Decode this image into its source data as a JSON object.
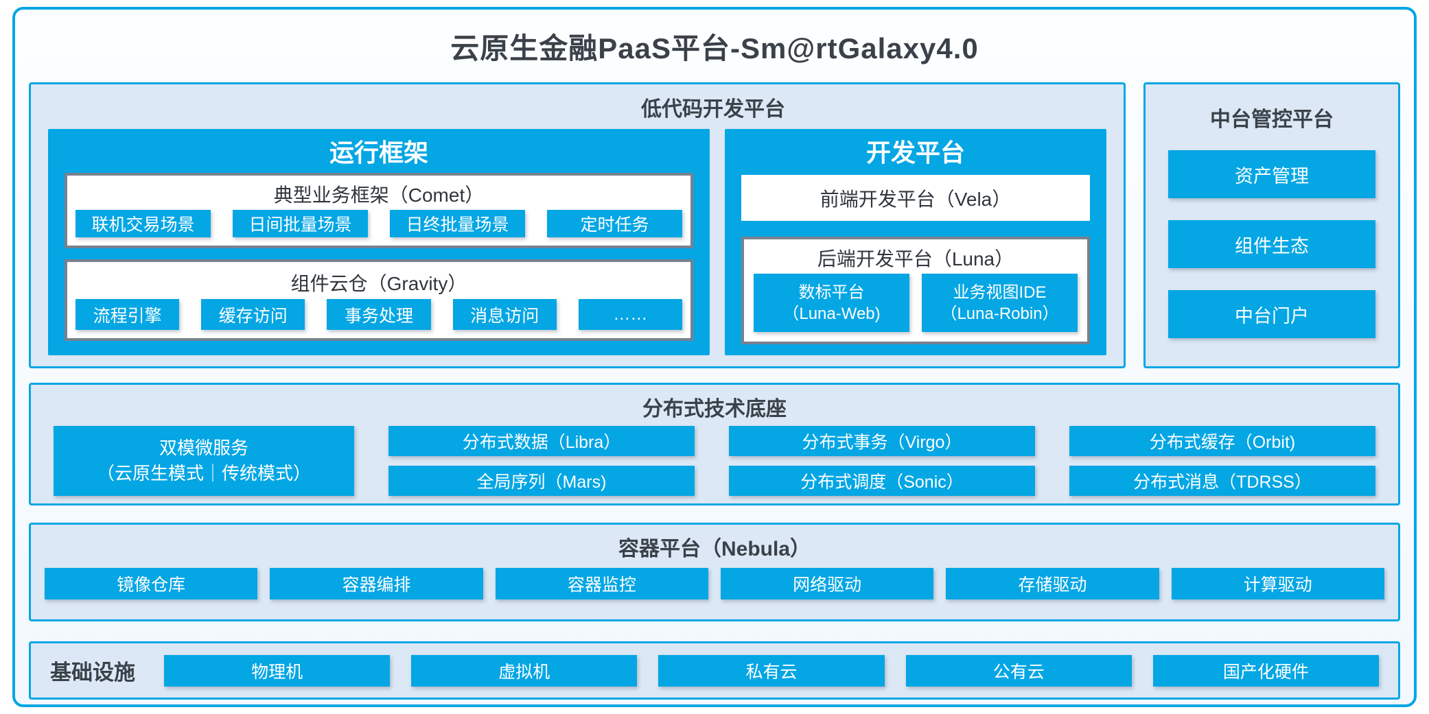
{
  "title": "云原生金融PaaS平台-Sm@rtGalaxy4.0",
  "colors": {
    "accent_blue": "#04a6e4",
    "panel_background": "#dce8f5",
    "gray_box_border": "#78818f",
    "dark_text": "#3a4149"
  },
  "low_code": {
    "header": "低代码开发平台",
    "runtime": {
      "header": "运行框架",
      "comet": {
        "title": "典型业务框架（Comet）",
        "items": [
          "联机交易场景",
          "日间批量场景",
          "日终批量场景",
          "定时任务"
        ]
      },
      "gravity": {
        "title": "组件云仓（Gravity）",
        "items": [
          "流程引擎",
          "缓存访问",
          "事务处理",
          "消息访问",
          "……"
        ]
      }
    },
    "dev": {
      "header": "开发平台",
      "vela": "前端开发平台（Vela）",
      "luna": {
        "title": "后端开发平台（Luna）",
        "items": [
          {
            "line1": "数标平台",
            "line2": "（Luna-Web)"
          },
          {
            "line1": "业务视图IDE",
            "line2": "（Luna-Robin）"
          }
        ]
      }
    }
  },
  "middle_platform": {
    "header": "中台管控平台",
    "items": [
      "资产管理",
      "组件生态",
      "中台门户"
    ]
  },
  "distributed": {
    "header": "分布式技术底座",
    "big_box": {
      "line1": "双模微服务",
      "line2": "（云原生模式｜传统模式）"
    },
    "columns": [
      [
        "分布式数据（Libra）",
        "全局序列（Mars)"
      ],
      [
        "分布式事务（Virgo）",
        "分布式调度（Sonic）"
      ],
      [
        "分布式缓存（Orbit)",
        "分布式消息（TDRSS）"
      ]
    ]
  },
  "container": {
    "header": "容器平台（Nebula）",
    "items": [
      "镜像仓库",
      "容器编排",
      "容器监控",
      "网络驱动",
      "存储驱动",
      "计算驱动"
    ]
  },
  "infrastructure": {
    "header": "基础设施",
    "items": [
      "物理机",
      "虚拟机",
      "私有云",
      "公有云",
      "国产化硬件"
    ]
  }
}
